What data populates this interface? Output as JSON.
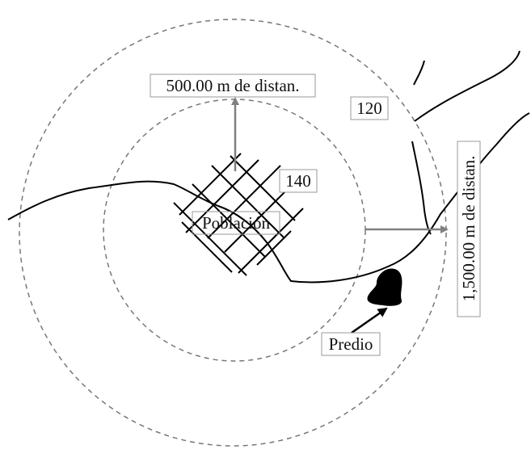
{
  "labels": {
    "distance_500": "500.00 m de distan.",
    "distance_1500": "1,500.00 m de distan.",
    "contour_120": "120",
    "contour_140": "140",
    "population": "Población",
    "property": "Predio"
  },
  "colors": {
    "line": "#000000",
    "circle": "#777777",
    "arrow_gray": "#808080",
    "box_border": "#9a9a9a"
  }
}
